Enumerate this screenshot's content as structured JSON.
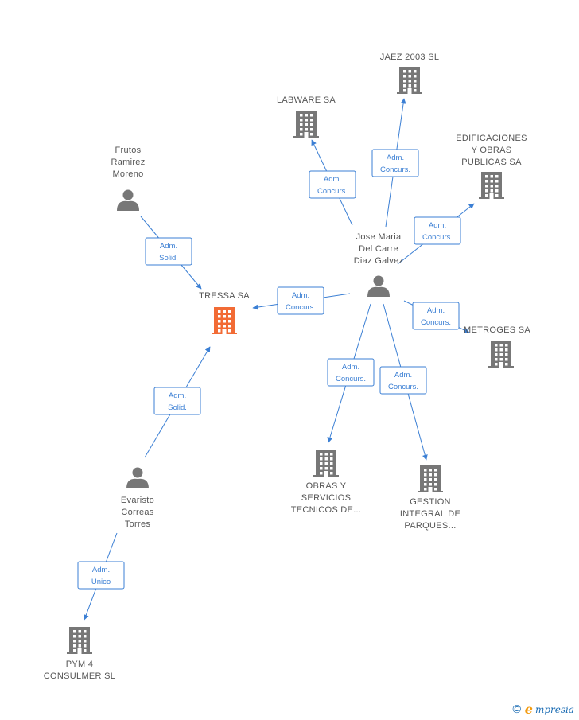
{
  "colors": {
    "edge": "#3b7fd4",
    "company": "#777777",
    "company_focus": "#f26b35",
    "person": "#777777",
    "label": "#555555"
  },
  "nodes": [
    {
      "id": "tressa",
      "type": "company",
      "focus": true,
      "lines": [
        "TRESSA SA"
      ]
    },
    {
      "id": "jaez",
      "type": "company",
      "lines": [
        "JAEZ 2003 SL"
      ]
    },
    {
      "id": "labware",
      "type": "company",
      "lines": [
        "LABWARE SA"
      ]
    },
    {
      "id": "edificaciones",
      "type": "company",
      "lines": [
        "EDIFICACIONES",
        "Y OBRAS",
        "PUBLICAS SA"
      ]
    },
    {
      "id": "metroges",
      "type": "company",
      "lines": [
        "METROGES SA"
      ]
    },
    {
      "id": "obras",
      "type": "company",
      "lines": [
        "OBRAS Y",
        "SERVICIOS",
        "TECNICOS DE..."
      ]
    },
    {
      "id": "gestion",
      "type": "company",
      "lines": [
        "GESTION",
        "INTEGRAL DE",
        "PARQUES..."
      ]
    },
    {
      "id": "pym4",
      "type": "company",
      "lines": [
        "PYM 4",
        "CONSULMER SL"
      ]
    },
    {
      "id": "frutos",
      "type": "person",
      "lines": [
        "Frutos",
        "Ramirez",
        "Moreno"
      ]
    },
    {
      "id": "jose",
      "type": "person",
      "lines": [
        "Jose Maria",
        "Del Carre",
        "Diaz Galvez"
      ]
    },
    {
      "id": "evaristo",
      "type": "person",
      "lines": [
        "Evaristo",
        "Correas",
        "Torres"
      ]
    }
  ],
  "edges": [
    {
      "id": "frutos-tressa",
      "from": "frutos",
      "to": "tressa",
      "label": [
        "Adm.",
        "Solid."
      ]
    },
    {
      "id": "evaristo-tressa",
      "from": "evaristo",
      "to": "tressa",
      "label": [
        "Adm.",
        "Solid."
      ]
    },
    {
      "id": "jose-tressa",
      "from": "jose",
      "to": "tressa",
      "label": [
        "Adm.",
        "Concurs."
      ]
    },
    {
      "id": "jose-labware",
      "from": "jose",
      "to": "labware",
      "label": [
        "Adm.",
        "Concurs."
      ]
    },
    {
      "id": "jose-jaez",
      "from": "jose",
      "to": "jaez",
      "label": [
        "Adm.",
        "Concurs."
      ]
    },
    {
      "id": "jose-edificaciones",
      "from": "jose",
      "to": "edificaciones",
      "label": [
        "Adm.",
        "Concurs."
      ]
    },
    {
      "id": "jose-metroges",
      "from": "jose",
      "to": "metroges",
      "label": [
        "Adm.",
        "Concurs."
      ]
    },
    {
      "id": "jose-obras",
      "from": "jose",
      "to": "obras",
      "label": [
        "Adm.",
        "Concurs."
      ]
    },
    {
      "id": "jose-gestion",
      "from": "jose",
      "to": "gestion",
      "label": [
        "Adm.",
        "Concurs."
      ]
    },
    {
      "id": "evaristo-pym4",
      "from": "evaristo",
      "to": "pym4",
      "label": [
        "Adm.",
        "Unico"
      ]
    }
  ],
  "watermark": {
    "copyright": "©",
    "brand_initial": "e",
    "brand_rest": "mpresia"
  }
}
